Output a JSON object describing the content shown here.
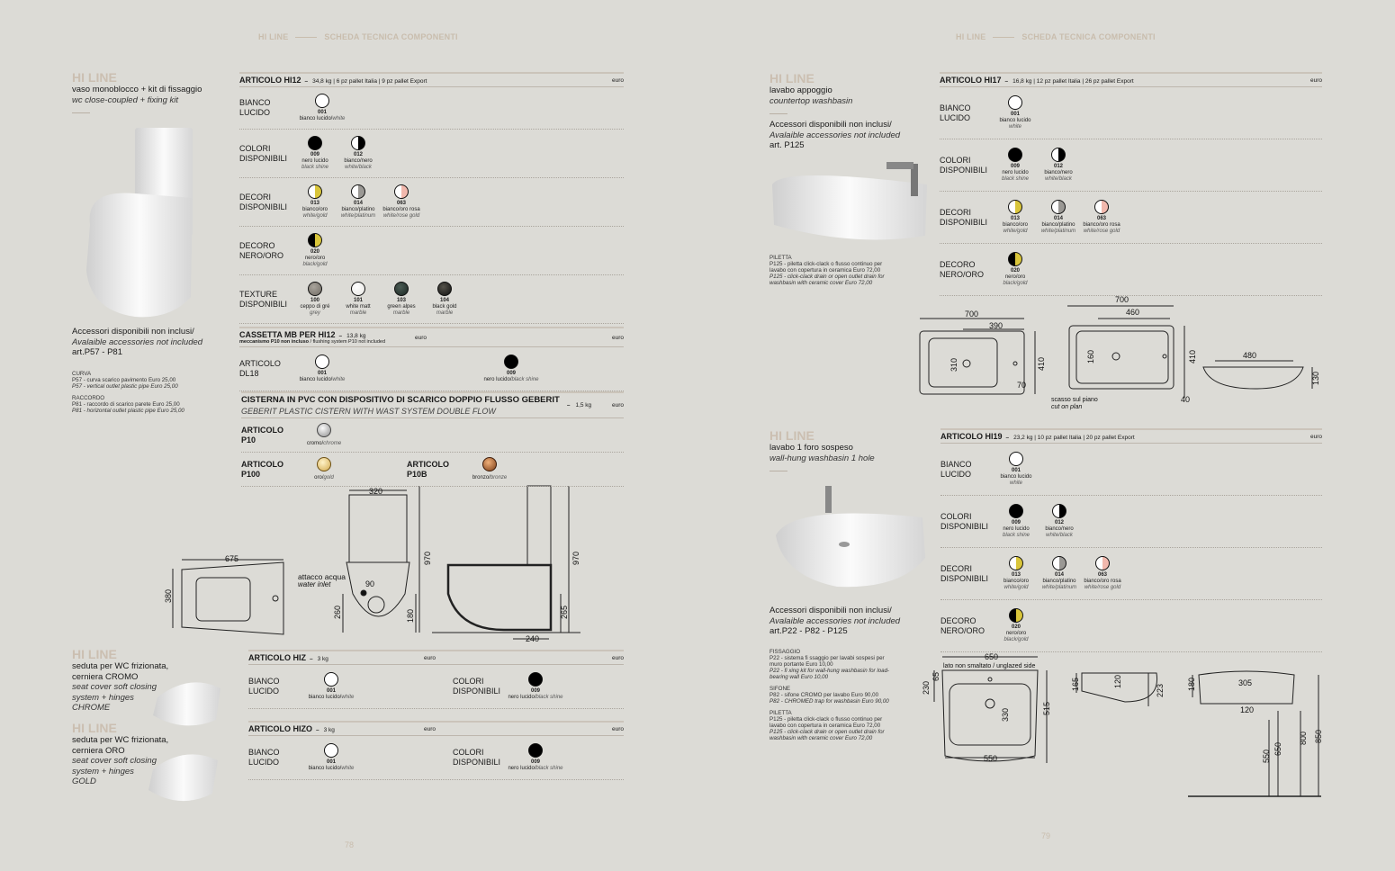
{
  "running_head": {
    "brand": "HI LINE",
    "title": "SCHEDA TECNICA COMPONENTI"
  },
  "page_numbers": {
    "left": "78",
    "right": "79"
  },
  "left_page": {
    "hi12_side": {
      "brand": "HI LINE",
      "name_it": "vaso monoblocco + kit di fissaggio",
      "name_en": "wc close-coupled + fixing kit",
      "acc_it": "Accessori disponibili non inclusi/",
      "acc_en": "Avalaible accessories not included",
      "acc_art": "art.P57 - P81",
      "notes": [
        {
          "title": "CURVA",
          "it": "P57 - curva scarico pavimento Euro 25,00",
          "en": "P57 - vertical outlet plastic pipe Euro 25,00"
        },
        {
          "title": "RACCORDO",
          "it": "P81 - raccordo di scarico parete Euro 25,00",
          "en": "P81 - horizontal outlet plastic pipe Euro 25,00"
        }
      ]
    },
    "seat_chrome": {
      "brand": "HI LINE",
      "l1": "seduta per WC frizionata,",
      "l2": "cerniera CROMO",
      "e1": "seat cover soft closing",
      "e2": "system + hinges",
      "e3": "CHROME"
    },
    "seat_gold": {
      "brand": "HI LINE",
      "l1": "seduta per WC frizionata,",
      "l2": "cerniera ORO",
      "e1": "seat cover soft closing",
      "e2": "system + hinges",
      "e3": "GOLD"
    }
  },
  "right_page": {
    "hi17_side": {
      "brand": "HI LINE",
      "name_it": "lavabo appoggio",
      "name_en": "countertop washbasin",
      "acc_it": "Accessori disponibili non inclusi/",
      "acc_en": "Avalaible accessories not included",
      "acc_art": "art. P125",
      "notes": [
        {
          "title": "PILETTA",
          "it": "P125 - piletta click-clack o flusso continuo per lavabo con copertura in ceramica Euro 72,00",
          "en": "P125 - click-clack drain or open outlet drain for washbasin with ceramic cover Euro 72,00"
        }
      ]
    },
    "hi19_side": {
      "brand": "HI LINE",
      "name_it": "lavabo 1 foro sospeso",
      "name_en": "wall-hung washbasin 1 hole",
      "acc_it": "Accessori disponibili non inclusi/",
      "acc_en": "Avalaible accessories not included",
      "acc_art": "art.P22 - P82 - P125",
      "notes": [
        {
          "title": "FISSAGGIO",
          "it": "P22 - sistema fi ssaggio per lavabi sospesi per muro portante Euro 10,00",
          "en": "P22 - fi xing kit for wall-hung washbasin for load-bearing wall Euro 10,00"
        },
        {
          "title": "SIFONE",
          "it": "P82 - sifone CROMO per lavabo Euro 90,00",
          "en": "P82 - CHROMED trap for washbasin Euro 90,00"
        },
        {
          "title": "PILETTA",
          "it": "P125 - piletta click-clack o flusso continuo per lavabo con copertura in ceramica Euro 72,00",
          "en": "P125 - click-clack drain or open outlet drain for washbasin with ceramic cover Euro 72,00"
        }
      ]
    }
  },
  "tables": {
    "hi12": {
      "header": {
        "code": "ARTICOLO HI12",
        "dash": "–",
        "specs": "34,8 kg | 6 pz pallet Italia | 9 pz pallet Export",
        "euro": "euro"
      },
      "rows": [
        {
          "groups": [
            {
              "label": [
                "BIANCO",
                "LUCIDO"
              ],
              "swatches": [
                {
                  "type": "white",
                  "code": "001",
                  "it": "bianco lucido/",
                  "en": "white"
                }
              ]
            }
          ]
        },
        {
          "groups": [
            {
              "label": [
                "COLORI",
                "DISPONIBILI"
              ],
              "swatches": [
                {
                  "type": "black",
                  "code": "009",
                  "it": "nero lucido",
                  "en": "black shine"
                },
                {
                  "type": "wb",
                  "code": "012",
                  "it": "bianco/nero",
                  "en": "white/black"
                }
              ]
            }
          ]
        },
        {
          "groups": [
            {
              "label": [
                "DECORI",
                "DISPONIBILI"
              ],
              "swatches": [
                {
                  "type": "wg",
                  "code": "013",
                  "it": "bianco/oro",
                  "en": "white/gold"
                },
                {
                  "type": "wp",
                  "code": "014",
                  "it": "bianco/platino",
                  "en": "white/platinum"
                },
                {
                  "type": "wr",
                  "code": "063",
                  "it": "bianco/oro rosa",
                  "en": "white/rose gold"
                }
              ]
            }
          ]
        },
        {
          "groups": [
            {
              "label": [
                "DECORO",
                "NERO/ORO"
              ],
              "swatches": [
                {
                  "type": "bg",
                  "code": "020",
                  "it": "nero/oro",
                  "en": "black/gold"
                }
              ]
            }
          ]
        },
        {
          "groups": [
            {
              "label": [
                "TEXTURE",
                "DISPONIBILI"
              ],
              "swatches": [
                {
                  "type": "grey",
                  "code": "100",
                  "it": "ceppo di gré",
                  "en": "grey"
                },
                {
                  "type": "marblew",
                  "code": "101",
                  "it": "white matt",
                  "en": "marble"
                },
                {
                  "type": "green",
                  "code": "103",
                  "it": "green alpes",
                  "en": "marble"
                },
                {
                  "type": "blackgold",
                  "code": "104",
                  "it": "black gold",
                  "en": "marble"
                }
              ]
            }
          ]
        }
      ]
    },
    "cassetta": {
      "header": {
        "code": "CASSETTA MB PER HI12",
        "dash": "–",
        "specs": "13,8 kg",
        "mid": "euro",
        "euro": "euro",
        "sub_b": "meccanismo P10 non incluso",
        "sub": " / flushing system P10 not included"
      },
      "rows": [
        {
          "groups": [
            {
              "label": [
                "ARTICOLO",
                "DL18"
              ],
              "swatches": [
                {
                  "type": "white",
                  "code": "001",
                  "it": "bianco lucido/",
                  "en": "white"
                }
              ]
            },
            {
              "label": [],
              "swatches": [
                {
                  "type": "black",
                  "code": "009",
                  "it": "nero lucido/",
                  "en": "black shine"
                }
              ]
            }
          ]
        }
      ]
    },
    "cisterna": {
      "header": {
        "big": "CISTERNA IN PVC CON DISPOSITIVO DI SCARICO DOPPIO FLUSSO GEBERIT",
        "bigi": "GEBERIT PLASTIC CISTERN WITH WAST SYSTEM DOUBLE FLOW",
        "dash": "–",
        "specs": "1,5 kg",
        "euro": "euro"
      },
      "rows": [
        {
          "groups": [
            {
              "label": [
                "ARTICOLO",
                "P10"
              ],
              "bold": true,
              "swatches": [
                {
                  "type": "chrome",
                  "code": "",
                  "it": "cromo/",
                  "en": "chrome"
                }
              ]
            }
          ]
        },
        {
          "groups": [
            {
              "label": [
                "ARTICOLO",
                "P100"
              ],
              "bold": true,
              "swatches": [
                {
                  "type": "gold",
                  "code": "",
                  "it": "oro/",
                  "en": "gold"
                }
              ]
            },
            {
              "label": [
                "ARTICOLO",
                "P10B"
              ],
              "bold": true,
              "swatches": [
                {
                  "type": "bronze",
                  "code": "",
                  "it": "bronzo/",
                  "en": "bronze"
                }
              ]
            }
          ]
        }
      ]
    },
    "hiz": {
      "header": {
        "code": "ARTICOLO HIZ",
        "dash": "–",
        "specs": "3 kg",
        "mid": "euro",
        "euro": "euro"
      },
      "rows": [
        {
          "groups": [
            {
              "label": [
                "BIANCO",
                "LUCIDO"
              ],
              "swatches": [
                {
                  "type": "white",
                  "code": "001",
                  "it": "bianco lucido/",
                  "en": "white"
                }
              ]
            },
            {
              "label": [
                "COLORI",
                "DISPONIBILI"
              ],
              "swatches": [
                {
                  "type": "black",
                  "code": "009",
                  "it": "nero lucido/",
                  "en": "black shine"
                }
              ]
            }
          ]
        }
      ]
    },
    "hizo": {
      "header": {
        "code": "ARTICOLO HIZO",
        "dash": "–",
        "specs": "3 kg",
        "mid": "euro",
        "euro": "euro"
      },
      "rows": [
        {
          "groups": [
            {
              "label": [
                "BIANCO",
                "LUCIDO"
              ],
              "swatches": [
                {
                  "type": "white",
                  "code": "001",
                  "it": "bianco lucido/",
                  "en": "white"
                }
              ]
            },
            {
              "label": [
                "COLORI",
                "DISPONIBILI"
              ],
              "swatches": [
                {
                  "type": "black",
                  "code": "009",
                  "it": "nero lucido/",
                  "en": "black shine"
                }
              ]
            }
          ]
        }
      ]
    },
    "hi17": {
      "header": {
        "code": "ARTICOLO HI17",
        "dash": "–",
        "specs": "16,8 kg | 12 pz pallet Italia | 26 pz pallet Export",
        "euro": "euro"
      },
      "rows": [
        {
          "groups": [
            {
              "label": [
                "BIANCO",
                "LUCIDO"
              ],
              "swatches": [
                {
                  "type": "white",
                  "code": "001",
                  "it": "bianco lucido",
                  "en": "white"
                }
              ]
            }
          ]
        },
        {
          "groups": [
            {
              "label": [
                "COLORI",
                "DISPONIBILI"
              ],
              "swatches": [
                {
                  "type": "black",
                  "code": "009",
                  "it": "nero lucido",
                  "en": "black shine"
                },
                {
                  "type": "wb",
                  "code": "012",
                  "it": "bianco/nero",
                  "en": "white/black"
                }
              ]
            }
          ]
        },
        {
          "groups": [
            {
              "label": [
                "DECORI",
                "DISPONIBILI"
              ],
              "swatches": [
                {
                  "type": "wg",
                  "code": "013",
                  "it": "bianco/oro",
                  "en": "white/gold"
                },
                {
                  "type": "wp",
                  "code": "014",
                  "it": "bianco/platino",
                  "en": "white/platinum"
                },
                {
                  "type": "wr",
                  "code": "063",
                  "it": "bianco/oro rosa",
                  "en": "white/rose gold"
                }
              ]
            }
          ]
        },
        {
          "groups": [
            {
              "label": [
                "DECORO",
                "NERO/ORO"
              ],
              "swatches": [
                {
                  "type": "bg",
                  "code": "020",
                  "it": "nero/oro",
                  "en": "black/gold"
                }
              ]
            }
          ]
        }
      ]
    },
    "hi19": {
      "header": {
        "code": "ARTICOLO HI19",
        "dash": "–",
        "specs": "23,2 kg | 10 pz pallet Italia | 20 pz pallet Export",
        "euro": "euro"
      },
      "rows": [
        {
          "groups": [
            {
              "label": [
                "BIANCO",
                "LUCIDO"
              ],
              "swatches": [
                {
                  "type": "white",
                  "code": "001",
                  "it": "bianco lucido",
                  "en": "white"
                }
              ]
            }
          ]
        },
        {
          "groups": [
            {
              "label": [
                "COLORI",
                "DISPONIBILI"
              ],
              "swatches": [
                {
                  "type": "black",
                  "code": "009",
                  "it": "nero lucido",
                  "en": "black shine"
                },
                {
                  "type": "wb",
                  "code": "012",
                  "it": "bianco/nero",
                  "en": "white/black"
                }
              ]
            }
          ]
        },
        {
          "groups": [
            {
              "label": [
                "DECORI",
                "DISPONIBILI"
              ],
              "swatches": [
                {
                  "type": "wg",
                  "code": "013",
                  "it": "bianco/oro",
                  "en": "white/gold"
                },
                {
                  "type": "wp",
                  "code": "014",
                  "it": "bianco/platino",
                  "en": "white/platinum"
                },
                {
                  "type": "wr",
                  "code": "063",
                  "it": "bianco/oro rosa",
                  "en": "white/rose gold"
                }
              ]
            }
          ]
        },
        {
          "groups": [
            {
              "label": [
                "DECORO",
                "NERO/ORO"
              ],
              "swatches": [
                {
                  "type": "bg",
                  "code": "020",
                  "it": "nero/oro",
                  "en": "black/gold"
                }
              ]
            }
          ]
        }
      ]
    }
  },
  "drawings": {
    "hi12": {
      "d675": "675",
      "d380": "380",
      "d320": "320",
      "d90": "90",
      "d970a": "970",
      "d260": "260",
      "d180": "180",
      "d970b": "970",
      "d265": "265",
      "d240": "240",
      "inlet_it": "attacco acqua",
      "inlet_en": "water inlet"
    },
    "hi17": {
      "d700a": "700",
      "d390": "390",
      "d310": "310",
      "d410a": "410",
      "d70": "70",
      "d700b": "700",
      "d460": "460",
      "d160": "160",
      "d410b": "410",
      "d40": "40",
      "d480": "480",
      "d130": "130",
      "cut_it": "scasso sul piano",
      "cut_en": "cut on plan"
    },
    "hi19": {
      "d650": "650",
      "unglazed": "lato non smaltato / unglazed side",
      "d65": "65",
      "d230": "230",
      "d330": "330",
      "d515": "515",
      "d550": "550",
      "d165": "165",
      "d120a": "120",
      "d223": "223",
      "d180": "180",
      "d305": "305",
      "d120b": "120",
      "d550b": "550",
      "d650b": "650",
      "d800": "800",
      "d850": "850"
    }
  }
}
